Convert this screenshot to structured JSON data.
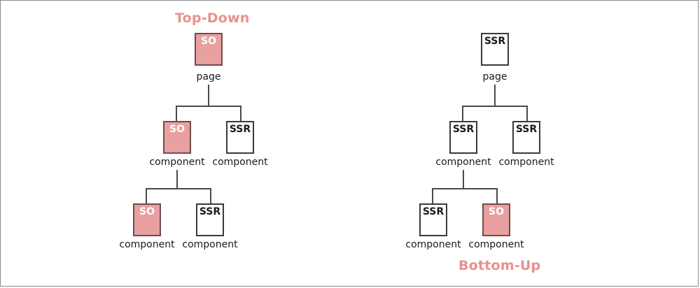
{
  "diagram": {
    "headings": {
      "left": "Top-Down",
      "right": "Bottom-Up"
    },
    "colors": {
      "accent_pink_fill": "#e8a0a0",
      "accent_pink_border": "#6f4c4c",
      "heading_pink": "#e8918f",
      "box_border": "#3a3a3a",
      "edge": "#4a4a4a",
      "frame_border": "#8a8a8a",
      "background": "#ffffff"
    },
    "legend_codes": {
      "so": "SO",
      "ssr": "SSR"
    },
    "trees": {
      "top_down": {
        "name": "Top-Down",
        "root": {
          "code": "SO",
          "label": "page",
          "filled": true
        },
        "level2": [
          {
            "code": "SO",
            "label": "component",
            "filled": true
          },
          {
            "code": "SSR",
            "label": "component",
            "filled": false
          }
        ],
        "level3": [
          {
            "code": "SO",
            "label": "component",
            "filled": true
          },
          {
            "code": "SSR",
            "label": "component",
            "filled": false
          }
        ]
      },
      "bottom_up": {
        "name": "Bottom-Up",
        "root": {
          "code": "SSR",
          "label": "page",
          "filled": false
        },
        "level2": [
          {
            "code": "SSR",
            "label": "component",
            "filled": false
          },
          {
            "code": "SSR",
            "label": "component",
            "filled": false
          }
        ],
        "level3": [
          {
            "code": "SSR",
            "label": "component",
            "filled": false
          },
          {
            "code": "SO",
            "label": "component",
            "filled": true
          }
        ]
      }
    }
  }
}
